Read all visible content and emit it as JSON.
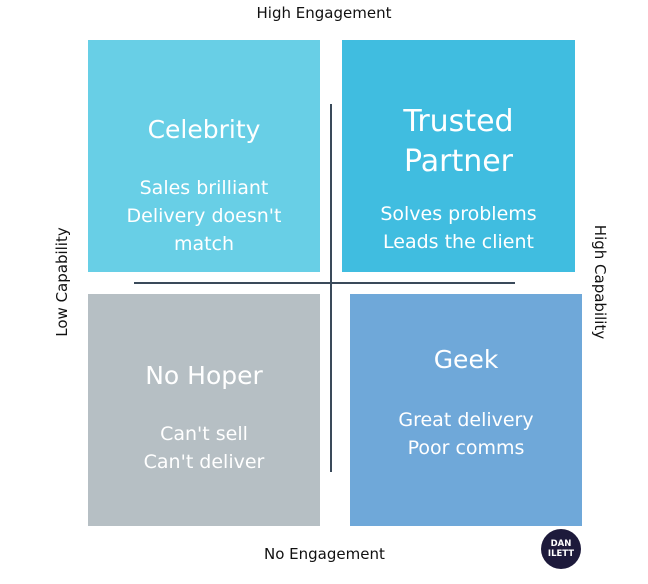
{
  "axes": {
    "top": "High Engagement",
    "bottom": "No Engagement",
    "left": "Low Capability",
    "right": "High Capability"
  },
  "quadrants": [
    {
      "title": "Celebrity",
      "lines": [
        "Sales brilliant",
        "Delivery doesn't",
        "match"
      ],
      "color": "#68cfe6"
    },
    {
      "title": "Trusted",
      "title2": "Partner",
      "lines": [
        "Solves problems",
        "Leads the client"
      ],
      "color": "#40bde0"
    },
    {
      "title": "No Hoper",
      "lines": [
        "Can't sell",
        "Can't deliver"
      ],
      "color": "#b6bfc4"
    },
    {
      "title": "Geek",
      "lines": [
        "Great delivery",
        "Poor comms"
      ],
      "color": "#6fa8d9"
    }
  ],
  "logo": {
    "line1": "DAN",
    "line2": "ILETT"
  }
}
